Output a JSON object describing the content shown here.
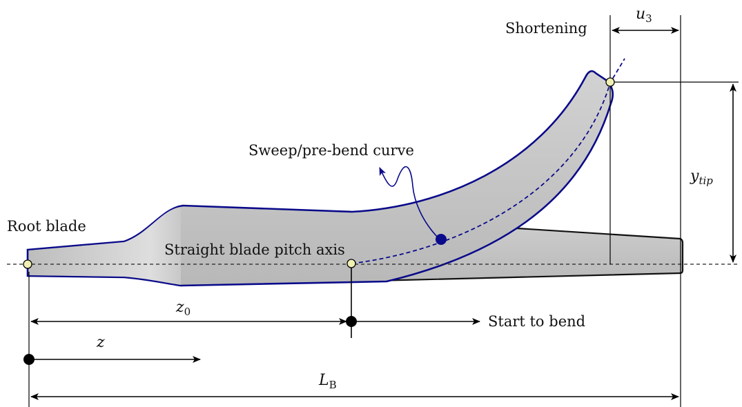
{
  "labels": {
    "root_blade": "Root blade",
    "pitch_axis": "Straight blade pitch axis",
    "sweep_curve": "Sweep/pre-bend curve",
    "shortening": "Shortening",
    "start_to_bend": "Start to bend"
  },
  "symbols": {
    "z0": {
      "base": "z",
      "sub": "0"
    },
    "z": {
      "base": "z"
    },
    "LB": {
      "base": "L",
      "sub": "B"
    },
    "u3": {
      "base": "u",
      "sub": "3"
    },
    "ytip": {
      "base": "y",
      "sub": "tip"
    }
  },
  "colors": {
    "blade_fill": "#c4c4c4",
    "bent_outline": "#0a0a8a",
    "straight_outline": "#111111",
    "node_fill": "#f0f0b4",
    "sweep_dot": "#0a0a8a"
  }
}
